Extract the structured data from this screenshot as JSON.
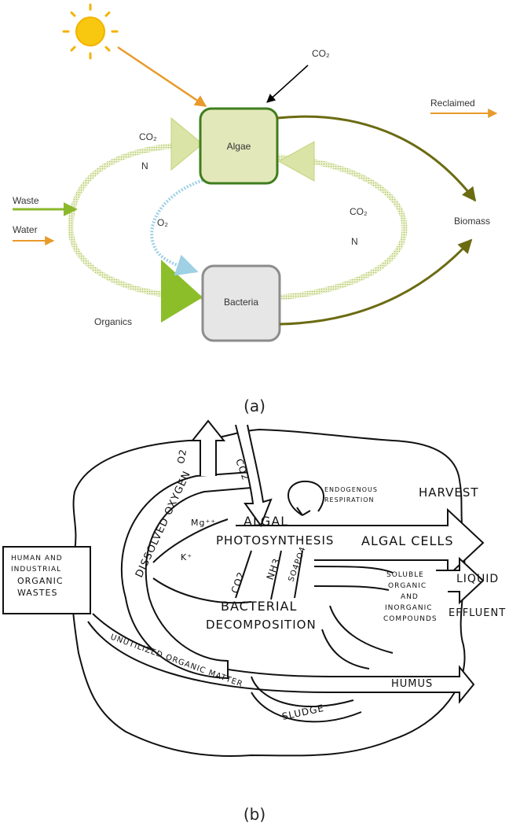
{
  "figure_a": {
    "caption": "(a)",
    "labels": {
      "co2_top": "CO₂",
      "reclaimed": "Reclaimed",
      "co2_left": "CO₂",
      "n_left": "N",
      "algae": "Algae",
      "waste": "Waste",
      "water": "Water",
      "o2": "O₂",
      "co2_right": "CO₂",
      "n_right": "N",
      "biomass": "Biomass",
      "bacteria": "Bacteria",
      "organics": "Organics"
    },
    "colors": {
      "sun": "#f5c400",
      "orange_arrow": "#e89a2a",
      "olive_arrow": "#7a7a1a",
      "algae_fill": "#e6ebbf",
      "algae_border": "#3a7a1a",
      "bacteria_fill": "#e8e8e8",
      "bacteria_border": "#8a8a8a",
      "light_green": "#b6cd6c",
      "green": "#8cb82c",
      "light_blue": "#9fd0e4",
      "dark_olive": "#6b6b12"
    }
  },
  "figure_b": {
    "caption": "(b)",
    "labels": {
      "o2": "O2",
      "co2_top": "CO2",
      "endogenous": "ENDOGENOUS",
      "respiration": "RESPIRATION",
      "harvest": "HARVEST",
      "dissolved_oxygen": "DISSOLVED OXYGEN",
      "mg": "Mg⁺⁺",
      "algal": "ALGAL",
      "photosynthesis": "PHOTOSYNTHESIS",
      "algal_cells": "ALGAL CELLS",
      "k": "K⁺",
      "human_and": "HUMAN AND",
      "industrial": "INDUSTRIAL",
      "organic": "ORGANIC",
      "wastes": "WASTES",
      "co2_mid": "CO2",
      "nh3": "NH3",
      "so4po4": "SO4PO4",
      "soluble": "SOLUBLE",
      "organic2": "ORGANIC",
      "and": "AND",
      "inorganic": "INORGANIC",
      "compounds": "COMPOUNDS",
      "liquid": "LIQUID",
      "effluent": "EFFLUENT",
      "bacterial": "BACTERIAL",
      "decomposition": "DECOMPOSITION",
      "unutilized": "UNUTILIZED ORGANIC MATTER",
      "humus": "HUMUS",
      "sludge": "SLUDGE"
    }
  }
}
